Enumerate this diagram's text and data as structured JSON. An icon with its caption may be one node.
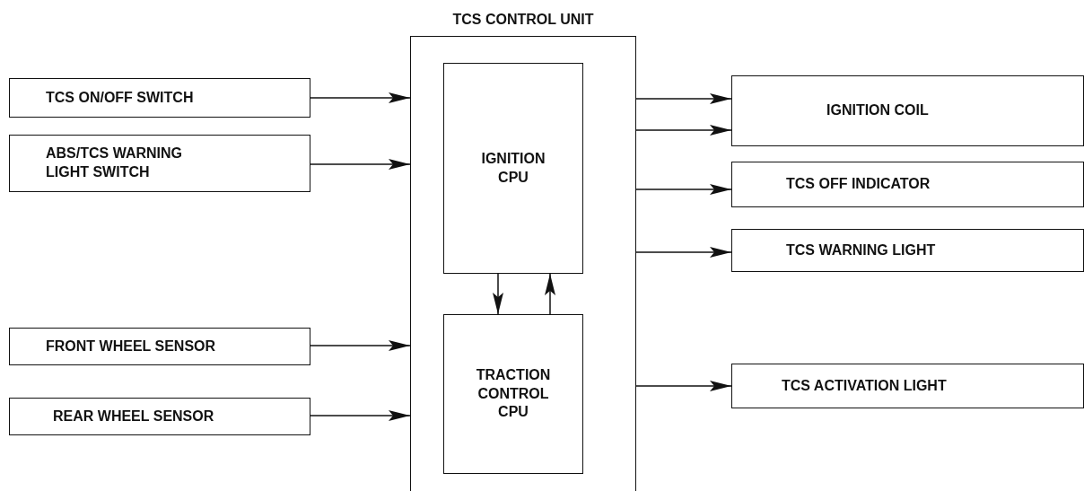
{
  "diagram": {
    "nodes": [
      {
        "text": [
          "TCS CONTROL UNIT"
        ]
      },
      {
        "text": [
          "IGNITION CPU"
        ],
        "in": 0
      },
      {
        "text": [
          "TRACTION CONTROL CPU"
        ],
        "in": 0
      },
      {
        "text": [
          "TCS ON/OFF SWITCH"
        ]
      },
      {
        "text": [
          "ABS/TCS WARNING LIGHT SWITCH"
        ]
      },
      {
        "text": [
          "FRONT WHEEL SENSOR"
        ]
      },
      {
        "text": [
          "REAR WHEEL SENSOR"
        ]
      },
      {
        "text": [
          "IGNITION COIL"
        ]
      },
      {
        "text": [
          "TCS OFF INDICATOR"
        ]
      },
      {
        "text": [
          "TCS WARNING LIGHT"
        ]
      },
      {
        "text": [
          "TCS ACTIVATION LIGHT"
        ]
      }
    ],
    "edges": [
      {
        "from": 3,
        "to": 0,
        "arrow": "to"
      },
      {
        "from": 4,
        "to": 0,
        "arrow": "to"
      },
      {
        "from": 5,
        "to": 0,
        "arrow": "to"
      },
      {
        "from": 6,
        "to": 0,
        "arrow": "to"
      },
      {
        "from": 0,
        "to": 7,
        "arrow": "to"
      },
      {
        "from": 0,
        "to": 7,
        "arrow": "to"
      },
      {
        "from": 0,
        "to": 8,
        "arrow": "to"
      },
      {
        "from": 0,
        "to": 9,
        "arrow": "to"
      },
      {
        "from": 0,
        "to": 10,
        "arrow": "to"
      },
      {
        "from": 1,
        "to": 2,
        "arrow": "to"
      },
      {
        "from": 2,
        "to": 1,
        "arrow": "to"
      }
    ]
  }
}
